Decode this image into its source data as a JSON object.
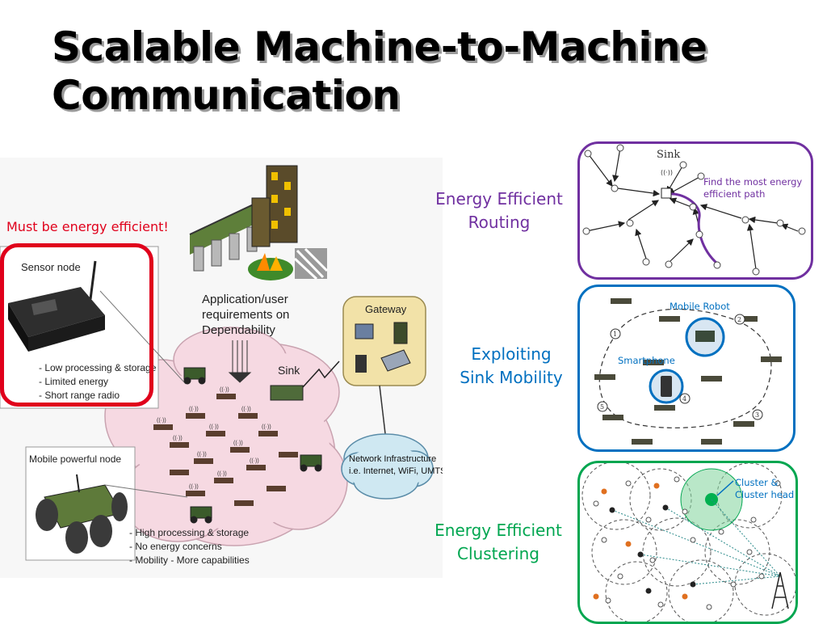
{
  "slide": {
    "title_line1": "Scalable Machine-to-Machine",
    "title_line2": "Communication",
    "warning": "Must be energy efficient!"
  },
  "figure": {
    "sensor_node": "Sensor node",
    "sensor_bullets": [
      "-  Low processing & storage",
      "-  Limited energy",
      "-  Short range radio"
    ],
    "app_req": [
      "Application/user",
      "requirements on",
      "Dependability"
    ],
    "sink": "Sink",
    "gateway": "Gateway",
    "network": [
      "Network Infrastructure",
      "i.e. Internet, WiFi, UMTS"
    ],
    "mobile_node": "Mobile powerful node",
    "mobile_bullets": [
      "-  High processing & storage",
      "-  No energy concerns",
      "-  Mobility    -  More capabilities"
    ],
    "radio_glyph": "((·))"
  },
  "topics": {
    "routing": [
      "Energy Efficient",
      "Routing"
    ],
    "mobility": [
      "Exploiting",
      "Sink Mobility"
    ],
    "clustering": [
      "Energy Efficient",
      "Clustering"
    ]
  },
  "panels": {
    "routing": {
      "sink": "Sink",
      "note": "Find the most energy efficient path"
    },
    "mobility": {
      "robot": "Mobile Robot",
      "phone": "Smartphone",
      "markers": [
        "1",
        "2",
        "3",
        "4",
        "5"
      ]
    },
    "clustering": {
      "note": "Cluster & Cluster head"
    }
  },
  "colors": {
    "routing": "#7030a0",
    "mobility": "#0070c0",
    "clustering": "#00a650",
    "warning": "#e0001b"
  }
}
